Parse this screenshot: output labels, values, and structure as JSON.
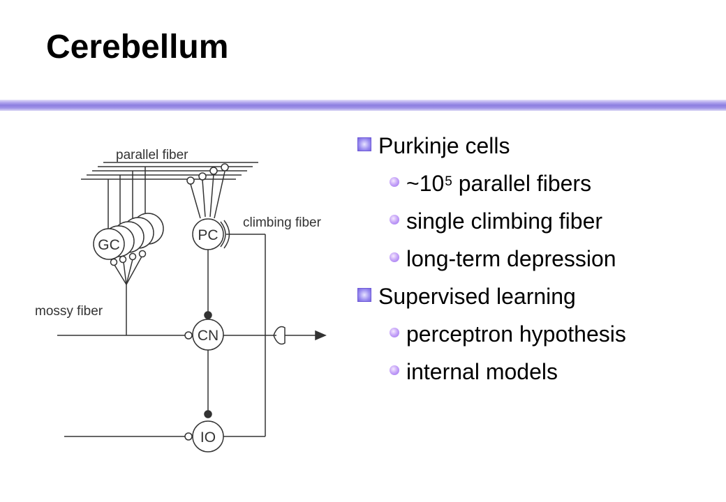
{
  "slide": {
    "title": "Cerebellum"
  },
  "diagram": {
    "labels": {
      "parallel_fiber": "parallel fiber",
      "climbing_fiber": "climbing fiber",
      "mossy_fiber": "mossy fiber",
      "gc": "GC",
      "pc": "PC",
      "cn": "CN",
      "io": "IO"
    }
  },
  "bullets": {
    "purkinje": {
      "label": "Purkinje cells",
      "items": [
        {
          "pre": "~10",
          "sup": "5",
          "post": " parallel fibers"
        },
        {
          "text": "single climbing fiber"
        },
        {
          "text": "long-term depression"
        }
      ]
    },
    "supervised": {
      "label": "Supervised learning",
      "items": [
        {
          "text": "perceptron hypothesis"
        },
        {
          "text": "internal models"
        }
      ]
    }
  },
  "colors": {
    "accent": "#8c7ee0",
    "bullet_square": "#9a8cf0",
    "bullet_dot": "#c8a8f8",
    "diagram_stroke": "#333333"
  }
}
